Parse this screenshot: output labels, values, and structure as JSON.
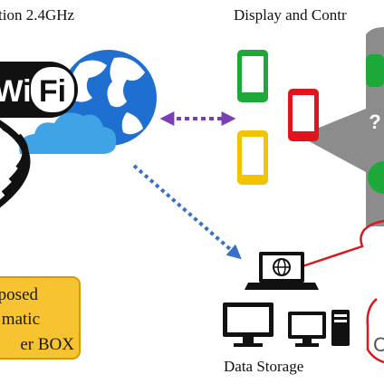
{
  "labels": {
    "top_left": "tion 2.4GHz",
    "top_right": "Display and Contr",
    "data_storage": "Data Storage",
    "right_edge_glyph": "C"
  },
  "wifi_logo": {
    "text": "Wi Fi"
  },
  "phone_icon_glyph": "?",
  "proposed_box": {
    "lines": [
      "posed",
      "matic",
      "er BOX"
    ]
  },
  "colors": {
    "wifi_black": "#111111",
    "globe_blue": "#1e6fd0",
    "cloud_blue": "#3fa3e6",
    "phone_green": "#1fa83a",
    "phone_yellow": "#f2c400",
    "phone_red": "#e0141a",
    "arrow_purple": "#7a3fb5",
    "arrow_blue": "#3a6fc8",
    "gray_panel": "#8c8c8c",
    "callout_red": "#d71920",
    "box_orange": "#f7c330",
    "box_border": "#d99a00"
  }
}
